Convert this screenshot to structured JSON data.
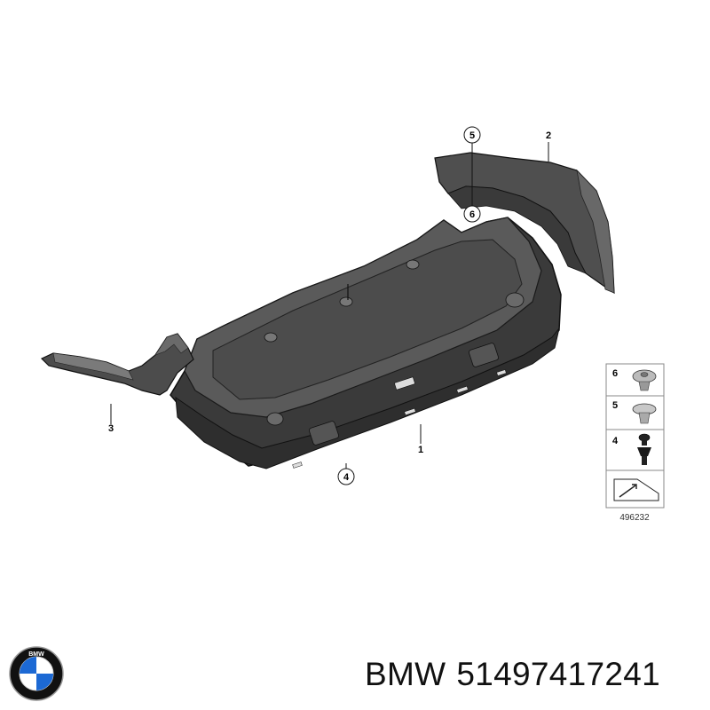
{
  "callouts": {
    "c1": "1",
    "c2": "2",
    "c3": "3",
    "c4": "4",
    "c5": "5",
    "c6": "6"
  },
  "legend": {
    "items": [
      "6",
      "5",
      "4"
    ],
    "ref_code": "496232"
  },
  "logo": {
    "text": "BMW",
    "colors": {
      "blue": "#1c69d4",
      "white": "#ffffff",
      "ring": "#111111"
    }
  },
  "caption": {
    "brand": "BMW",
    "part_number": "51497417241"
  },
  "colors": {
    "part_fill": "#4a4a4a",
    "part_fill_light": "#6e6e6e",
    "part_fill_dark": "#2f2f2f",
    "edge": "#1a1a1a"
  }
}
